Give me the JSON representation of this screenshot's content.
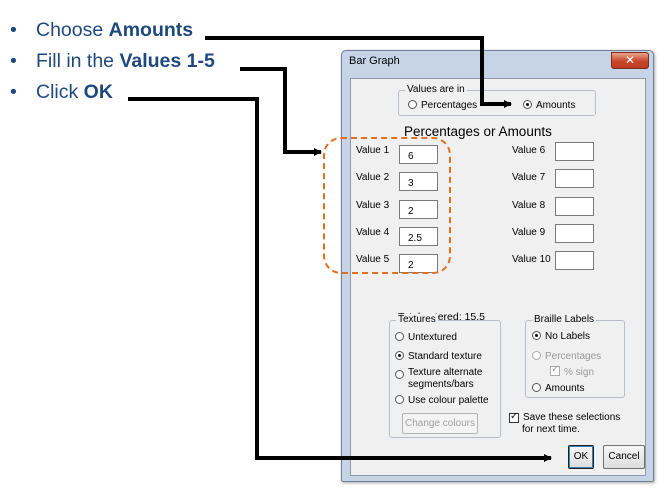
{
  "instructions": [
    {
      "prefix": "Choose ",
      "bold": "Amounts"
    },
    {
      "prefix": "Fill in the ",
      "bold": "Values 1-5"
    },
    {
      "prefix": "Click ",
      "bold": "OK"
    }
  ],
  "bullet_glyph": "•",
  "dialog": {
    "title": "Bar Graph",
    "close_glyph": "✕",
    "values_are_in": {
      "label": "Values are in",
      "options": [
        "Percentages",
        "Amounts"
      ],
      "selected": "Amounts"
    },
    "heading": "Percentages or Amounts",
    "values_left": [
      {
        "label": "Value 1",
        "value": "6"
      },
      {
        "label": "Value 2",
        "value": "3"
      },
      {
        "label": "Value 3",
        "value": "2"
      },
      {
        "label": "Value 4",
        "value": "2.5"
      },
      {
        "label": "Value 5",
        "value": "2"
      }
    ],
    "values_right": [
      {
        "label": "Value 6",
        "value": ""
      },
      {
        "label": "Value 7",
        "value": ""
      },
      {
        "label": "Value 8",
        "value": ""
      },
      {
        "label": "Value 9",
        "value": ""
      },
      {
        "label": "Value 10",
        "value": ""
      }
    ],
    "total": "Total entered: 15.5",
    "textures": {
      "label": "Textures",
      "options": [
        "Untextured",
        "Standard texture",
        "Texture alternate segments/bars",
        "Use colour palette"
      ],
      "selected": "Standard texture",
      "change_button": "Change colours"
    },
    "braille": {
      "label": "Braille Labels",
      "options": [
        "No Labels",
        "Percentages",
        "Amounts"
      ],
      "selected": "No Labels",
      "sign_label": "% sign"
    },
    "save_label": "Save these selections for next time.",
    "ok_label": "OK",
    "cancel_label": "Cancel"
  },
  "colors": {
    "instruction_text": "#1f497d",
    "highlight": "#e0701e",
    "arrow": "#000000"
  }
}
